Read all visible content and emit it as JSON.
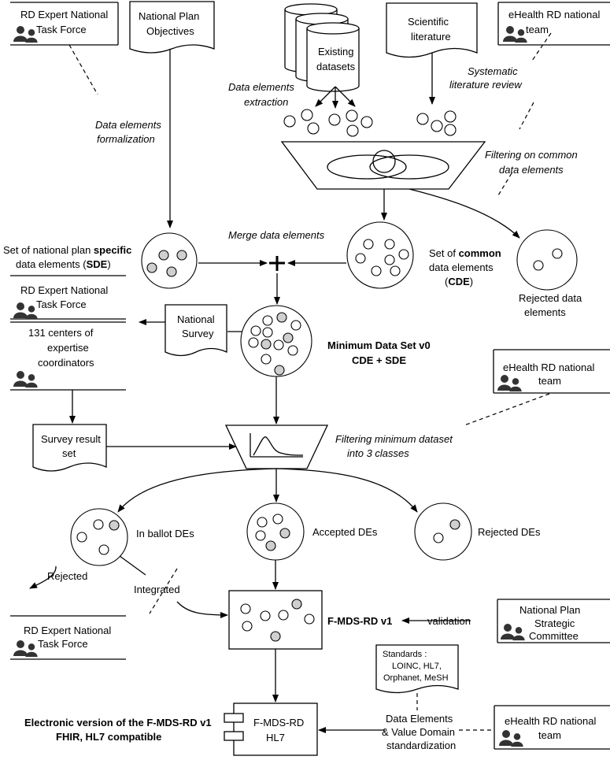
{
  "actors": {
    "rd_task_force_top": [
      "RD Expert National",
      "Task Force"
    ],
    "rd_task_force_mid": [
      "RD Expert National",
      "Task Force"
    ],
    "centers": [
      "131 centers of",
      "expertise",
      "coordinators"
    ],
    "rd_task_force_bottom": [
      "RD Expert National",
      "Task Force"
    ],
    "ehealth_top": [
      "eHealth RD national",
      "team"
    ],
    "ehealth_mid": [
      "eHealth RD national",
      "team"
    ],
    "ehealth_bottom": [
      "eHealth RD national",
      "team"
    ],
    "strategic_committee": [
      "National Plan",
      "Strategic",
      "Committee"
    ]
  },
  "documents": {
    "national_plan": [
      "National Plan",
      "Objectives"
    ],
    "scientific_literature": [
      "Scientific",
      "literature"
    ],
    "existing_datasets": [
      "Existing",
      "datasets"
    ],
    "national_survey": [
      "National",
      "Survey"
    ],
    "survey_result": [
      "Survey result",
      "set"
    ],
    "standards": [
      "Standards :",
      "LOINC, HL7,",
      "Orphanet, MeSH"
    ]
  },
  "labels": {
    "data_elements_extraction": [
      "Data elements",
      "extraction"
    ],
    "systematic_review": [
      "Systematic",
      "literature review"
    ],
    "formalization": [
      "Data elements",
      "formalization"
    ],
    "filtering_common": [
      "Filtering on common",
      "data elements"
    ],
    "merge": "Merge data elements",
    "sde": {
      "pre": "Set of national plan ",
      "bold": "specific",
      "line2_pre": "data elements (",
      "line2_bold": "SDE",
      "line2_post": ")"
    },
    "cde": {
      "pre": "Set of ",
      "bold": "common",
      "line2": "data elements",
      "line3_pre": "(",
      "line3_bold": "CDE",
      "line3_post": ")"
    },
    "rejected_data_elements": [
      "Rejected data",
      "elements"
    ],
    "mds_v0": [
      "Minimum Data Set v0",
      "CDE + SDE"
    ],
    "filtering_minimum": [
      "Filtering minimum dataset",
      "into 3 classes"
    ],
    "in_ballot": "In ballot DEs",
    "accepted": "Accepted DEs",
    "rejected_des": "Rejected DEs",
    "rejected": "Rejected",
    "integrated": "Integrated",
    "fmds_v1": "F-MDS-RD v1",
    "validation": "validation",
    "fmds_hl7": [
      "F-MDS-RD",
      "HL7"
    ],
    "electronic": [
      "Electronic version of the F-MDS-RD v1",
      "FHIR, HL7 compatible"
    ],
    "standardization": [
      "Data Elements",
      "& Value Domain",
      "standardization"
    ]
  },
  "colors": {
    "line": "#000000",
    "filled_element": "#cfcfcf",
    "person_icon": "#333333"
  }
}
